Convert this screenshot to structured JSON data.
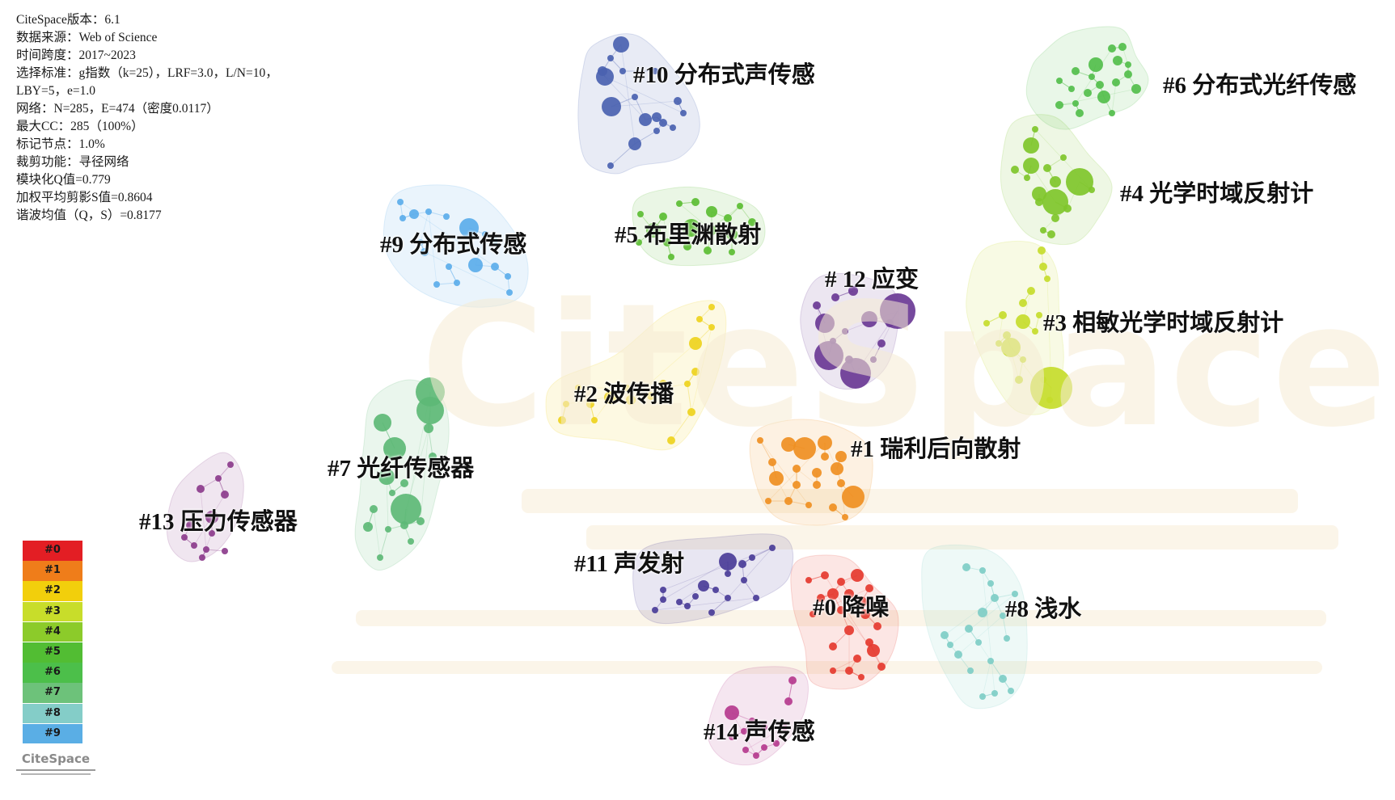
{
  "info": {
    "lines": [
      "CiteSpace版本：6.1",
      "数据来源：Web of Science",
      "时间跨度：2017~2023",
      "选择标准：g指数（k=25），LRF=3.0，L/N=10，",
      "LBY=5，e=1.0",
      "网络：N=285，E=474（密度0.0117）",
      "最大CC：285（100%）",
      "标记节点：1.0%",
      "裁剪功能：寻径网络",
      "模块化Q值=0.779",
      "加权平均剪影S值=0.8604",
      "谐波均值（Q，S）=0.8177"
    ]
  },
  "legend": [
    {
      "label": "#0",
      "color": "#e31e24"
    },
    {
      "label": "#1",
      "color": "#ef7d1a"
    },
    {
      "label": "#2",
      "color": "#f2cf0c"
    },
    {
      "label": "#3",
      "color": "#c8dd2a"
    },
    {
      "label": "#4",
      "color": "#8ccb2a"
    },
    {
      "label": "#5",
      "color": "#52bd33"
    },
    {
      "label": "#6",
      "color": "#4cbf4a"
    },
    {
      "label": "#7",
      "color": "#6dc27a"
    },
    {
      "label": "#8",
      "color": "#84cdc8"
    },
    {
      "label": "#9",
      "color": "#5aaee5"
    }
  ],
  "logo_text": "CiteSpace",
  "watermark_text": "CiteSpace",
  "clusters": [
    {
      "id": "c0",
      "label": "#0 降噪",
      "color": "#e53a2f"
    },
    {
      "id": "c1",
      "label": "#1 瑞利后向散射",
      "color": "#ef8f22"
    },
    {
      "id": "c2",
      "label": "#2 波传播",
      "color": "#eed21e"
    },
    {
      "id": "c3",
      "label": "#3 相敏光学时域反射计",
      "color": "#c6dc2c"
    },
    {
      "id": "c4",
      "label": "#4 光学时域反射计",
      "color": "#7fc52b"
    },
    {
      "id": "c5",
      "label": "#5 布里渊散射",
      "color": "#5bbd33"
    },
    {
      "id": "c6",
      "label": "#6 分布式光纤传感",
      "color": "#52be4b"
    },
    {
      "id": "c7",
      "label": "#7 光纤传感器",
      "color": "#5db876"
    },
    {
      "id": "c8",
      "label": "#8 浅水",
      "color": "#7ecdc5"
    },
    {
      "id": "c9",
      "label": "#9 分布式传感",
      "color": "#5badea"
    },
    {
      "id": "c10",
      "label": "#10 分布式声传感",
      "color": "#4a62b0"
    },
    {
      "id": "c11",
      "label": "#11 声发射",
      "color": "#4a3d98"
    },
    {
      "id": "c12",
      "label": "# 12 应变",
      "color": "#6a3a95"
    },
    {
      "id": "c13",
      "label": "#13 压力传感器",
      "color": "#8c3c8c"
    },
    {
      "id": "c14",
      "label": "#14 声传感",
      "color": "#b53b8e"
    }
  ]
}
